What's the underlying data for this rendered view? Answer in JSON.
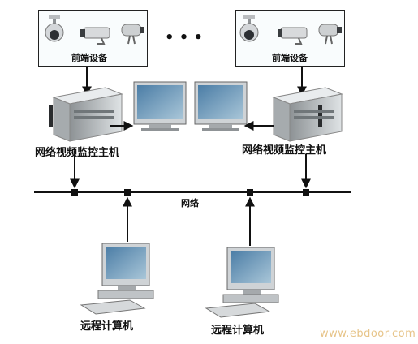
{
  "front_devices_left": {
    "label": "前端设备"
  },
  "front_devices_right": {
    "label": "前端设备"
  },
  "ellipsis": "• • •",
  "host_left": {
    "label": "网络视频监控主机"
  },
  "host_right": {
    "label": "网络视频监控主机"
  },
  "network": {
    "label": "网络"
  },
  "remote_left": {
    "label": "远程计算机"
  },
  "remote_right": {
    "label": "远程计算机"
  },
  "watermark": "www.ebdoor.com",
  "icons": [
    "dome-camera-icon",
    "bullet-camera-icon",
    "speed-dome-icon",
    "server-icon",
    "monitor-icon",
    "workstation-icon",
    "keyboard-icon"
  ]
}
